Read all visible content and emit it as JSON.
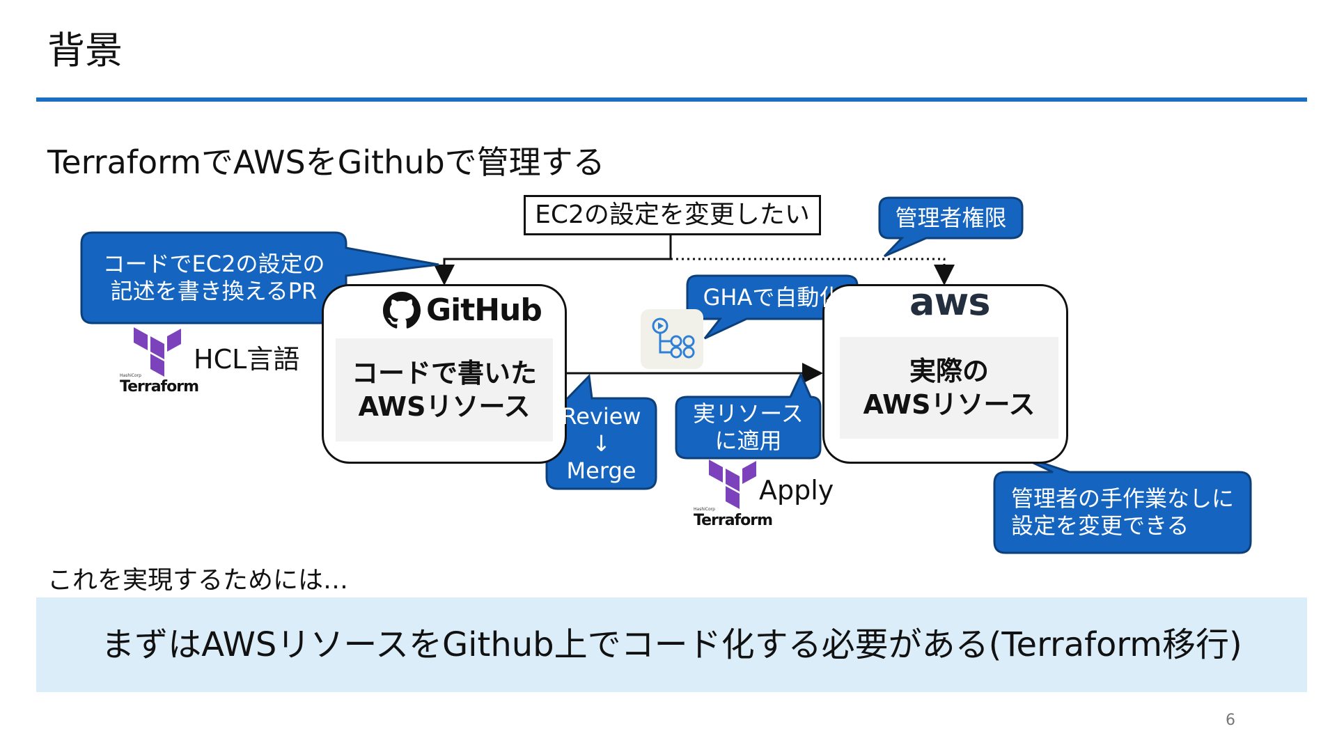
{
  "slide": {
    "title": "背景",
    "subtitle": "TerraformでAWSをGithubで管理する",
    "page_number": "6",
    "accent_color": "#1a6fc4",
    "callout_color": "#1565c0",
    "banner_color": "#dbedf8"
  },
  "diagram": {
    "top_label": "EC2の設定を変更したい",
    "github_logo_text": "GitHub",
    "github_card_line1": "コードで書いた",
    "github_card_line2": "AWSリソース",
    "aws_logo_text": "aws",
    "aws_card_line1": "実際の",
    "aws_card_line2": "AWSリソース",
    "hcl_label": "HCL言語",
    "apply_label": "Apply",
    "terraform_logo_text": "Terraform",
    "terraform_logo_small": "HashiCorp",
    "gha_icon": "github-actions-workflow-icon"
  },
  "callouts": {
    "code_pr_line1": "コードでEC2の設定の",
    "code_pr_line2": "記述を書き換えるPR",
    "admin": "管理者権限",
    "gha": "GHAで自動化",
    "review_line1": "Review",
    "review_arrow": "↓",
    "review_line2": "Merge",
    "apply_line1": "実リソース",
    "apply_line2": "に適用",
    "no_manual_line1": "管理者の手作業なしに",
    "no_manual_line2": "設定を変更できる"
  },
  "conclusion": {
    "lead": "これを実現するためには…",
    "banner": "まずはAWSリソースをGithub上でコード化する必要がある(Terraform移行)"
  }
}
